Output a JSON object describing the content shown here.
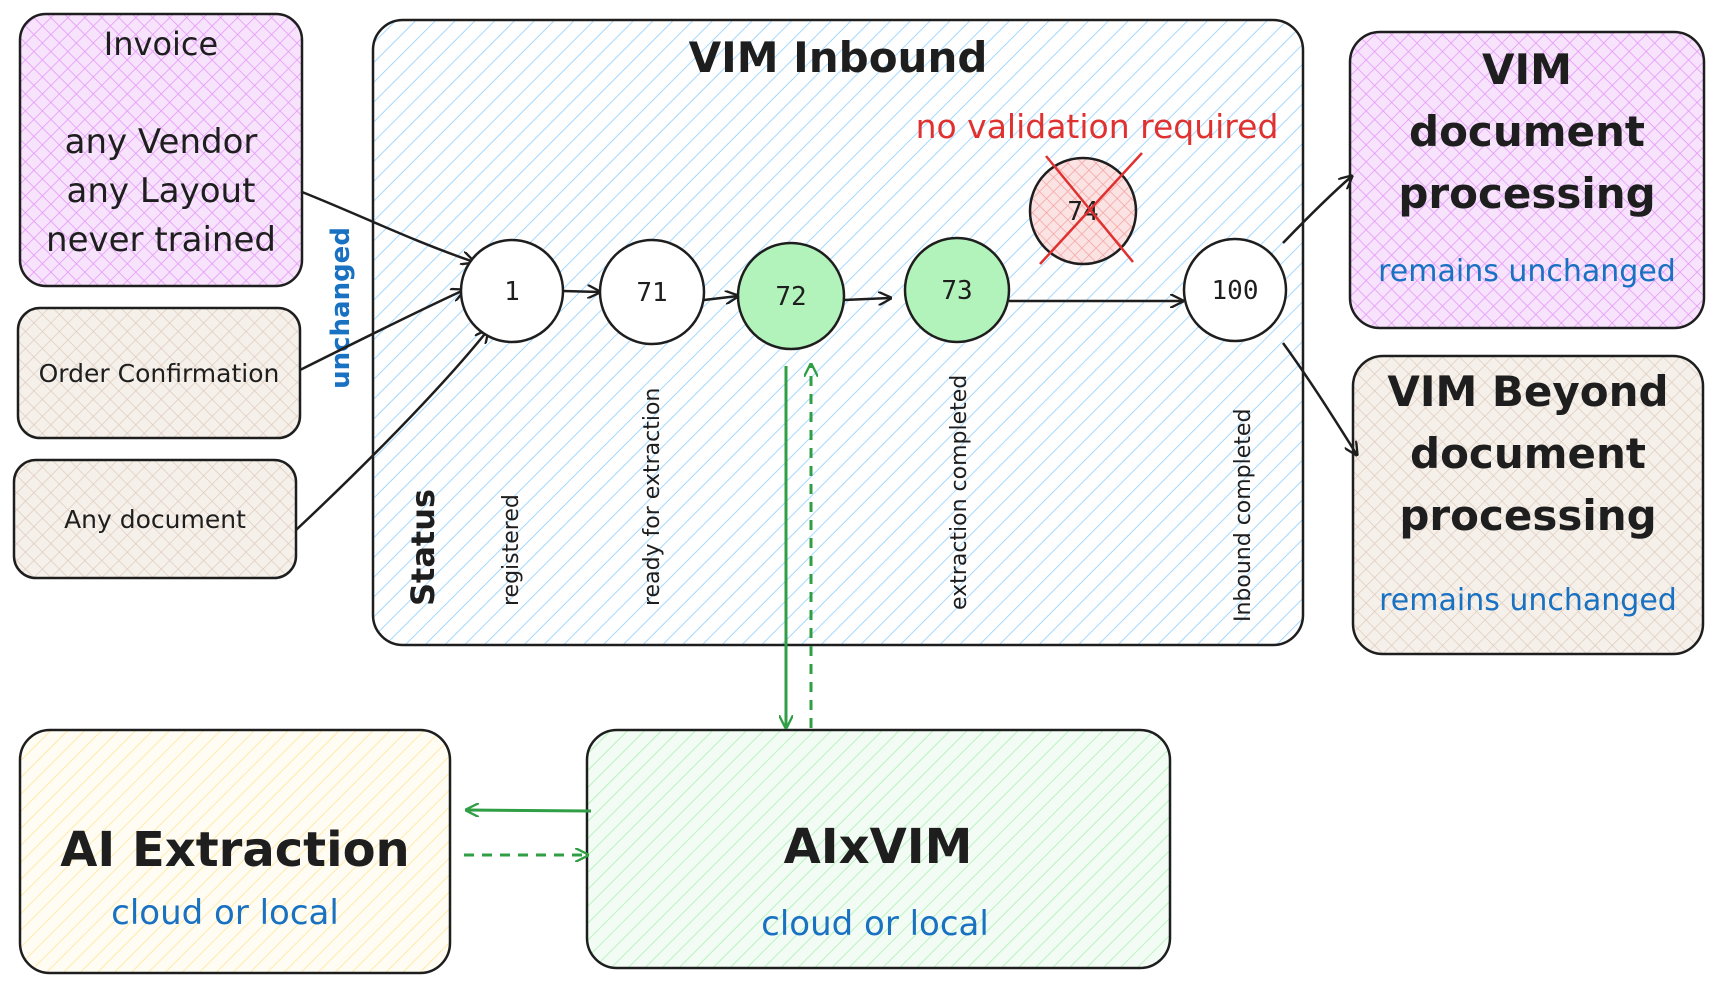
{
  "colors": {
    "purple_fill": "#e7b6f5",
    "beige_fill": "#e9ded5",
    "blue_hatch": "#a5d8ff",
    "green_fill": "#b2f2bb",
    "green_line": "#2f9e44",
    "yellow_fill": "#fff3bf",
    "red": "#e03131",
    "blue_text": "#1971c2"
  },
  "inputs": {
    "invoice": {
      "title": "Invoice",
      "lines": [
        "any Vendor",
        "any Layout",
        "never trained"
      ]
    },
    "order_confirmation": "Order Confirmation",
    "any_document": "Any document",
    "unchanged_label": "unchanged"
  },
  "inbound": {
    "title": "VIM Inbound",
    "status_label": "Status",
    "no_validation": "no validation required",
    "statuses": [
      {
        "code": "1",
        "label": "registered"
      },
      {
        "code": "71",
        "label": "ready for extraction"
      },
      {
        "code": "72",
        "label": ""
      },
      {
        "code": "73",
        "label": "extraction completed"
      },
      {
        "code": "74",
        "label": ""
      },
      {
        "code": "100",
        "label": "Inbound completed"
      }
    ]
  },
  "outputs": {
    "doc_processing": {
      "lines": [
        "VIM",
        "document",
        "processing"
      ],
      "note": "remains unchanged"
    },
    "beyond": {
      "lines": [
        "VIM Beyond",
        "document",
        "processing"
      ],
      "note": "remains unchanged"
    }
  },
  "bottom": {
    "ai_extraction": {
      "title": "AI Extraction",
      "note": "cloud or local"
    },
    "aixvim": {
      "title": "AIxVIM",
      "note": "cloud or local"
    }
  }
}
